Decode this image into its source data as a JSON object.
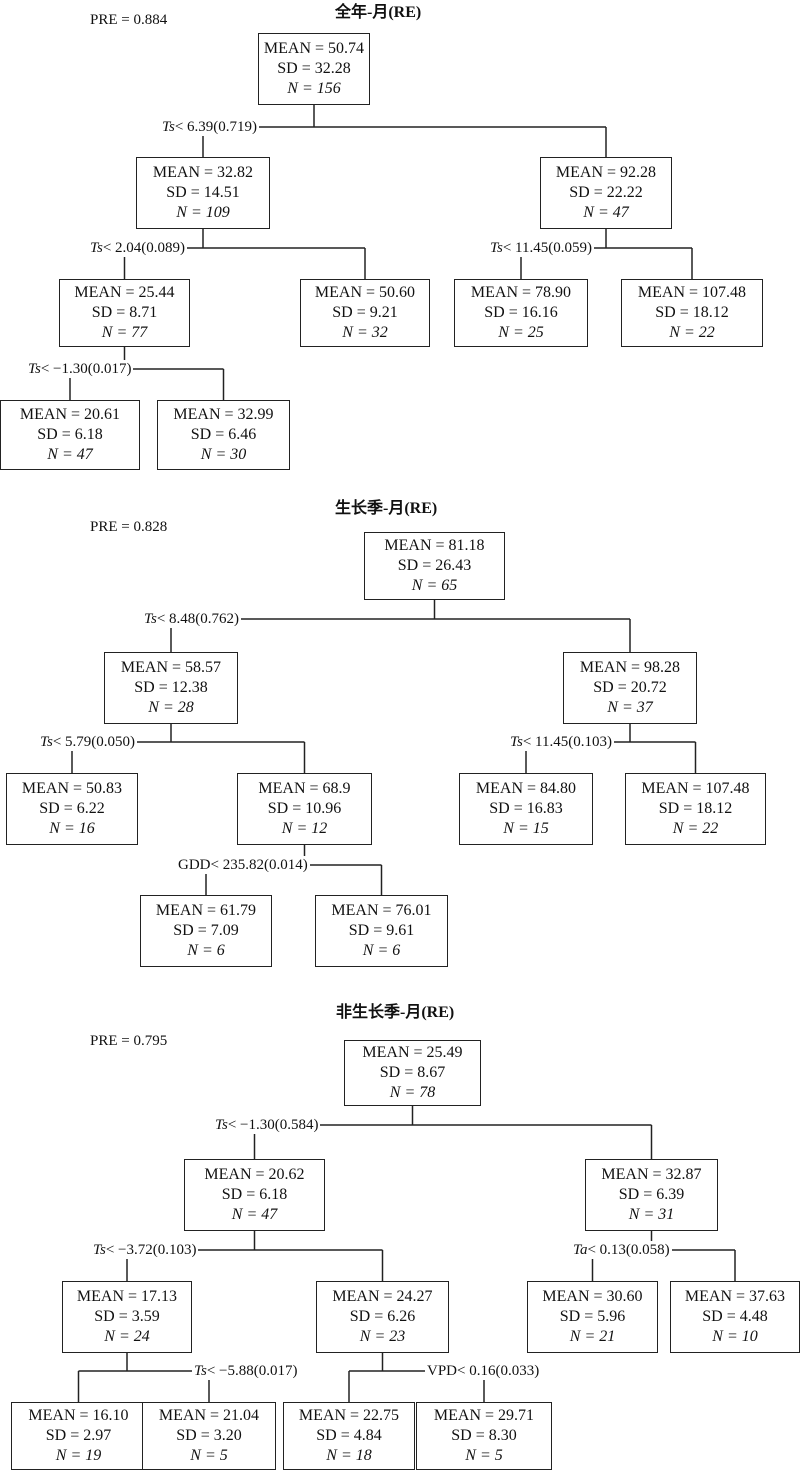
{
  "panels": [
    {
      "title": "全年-月(RE)",
      "pre": "PRE = 0.884",
      "nodes": [
        {
          "id": "a1",
          "mean": "MEAN = 50.74",
          "sd": "SD = 32.28",
          "n": "N = 156"
        },
        {
          "id": "a2",
          "mean": "MEAN = 32.82",
          "sd": "SD = 14.51",
          "n": "N = 109"
        },
        {
          "id": "a3",
          "mean": "MEAN = 92.28",
          "sd": "SD = 22.22",
          "n": "N = 47"
        },
        {
          "id": "a4",
          "mean": "MEAN = 25.44",
          "sd": "SD = 8.71",
          "n": "N = 77"
        },
        {
          "id": "a5",
          "mean": "MEAN = 50.60",
          "sd": "SD = 9.21",
          "n": "N = 32"
        },
        {
          "id": "a6",
          "mean": "MEAN = 78.90",
          "sd": "SD = 16.16",
          "n": "N = 25"
        },
        {
          "id": "a7",
          "mean": "MEAN = 107.48",
          "sd": "SD = 18.12",
          "n": "N = 22"
        },
        {
          "id": "a8",
          "mean": "MEAN = 20.61",
          "sd": "SD = 6.18",
          "n": "N = 47"
        },
        {
          "id": "a9",
          "mean": "MEAN = 32.99",
          "sd": "SD = 6.46",
          "n": "N = 30"
        }
      ],
      "splits": [
        {
          "parent": "a1",
          "left": "a2",
          "right": "a3",
          "var": "Ts",
          "cond": "< 6.39(0.719)"
        },
        {
          "parent": "a2",
          "left": "a4",
          "right": "a5",
          "var": "Ts",
          "cond": "< 2.04(0.089)"
        },
        {
          "parent": "a3",
          "left": "a6",
          "right": "a7",
          "var": "Ts",
          "cond": "< 11.45(0.059)"
        },
        {
          "parent": "a4",
          "left": "a8",
          "right": "a9",
          "var": "Ts",
          "cond": "< −1.30(0.017)"
        }
      ]
    },
    {
      "title": "生长季-月(RE)",
      "pre": "PRE = 0.828",
      "nodes": [
        {
          "id": "b1",
          "mean": "MEAN = 81.18",
          "sd": "SD = 26.43",
          "n": "N = 65"
        },
        {
          "id": "b2",
          "mean": "MEAN = 58.57",
          "sd": "SD = 12.38",
          "n": "N = 28"
        },
        {
          "id": "b3",
          "mean": "MEAN = 98.28",
          "sd": "SD = 20.72",
          "n": "N = 37"
        },
        {
          "id": "b4",
          "mean": "MEAN = 50.83",
          "sd": "SD = 6.22",
          "n": "N = 16"
        },
        {
          "id": "b5",
          "mean": "MEAN = 68.9",
          "sd": "SD = 10.96",
          "n": "N = 12"
        },
        {
          "id": "b6",
          "mean": "MEAN = 84.80",
          "sd": "SD = 16.83",
          "n": "N = 15"
        },
        {
          "id": "b7",
          "mean": "MEAN = 107.48",
          "sd": "SD = 18.12",
          "n": "N = 22"
        },
        {
          "id": "b8",
          "mean": "MEAN = 61.79",
          "sd": "SD = 7.09",
          "n": "N = 6"
        },
        {
          "id": "b9",
          "mean": "MEAN = 76.01",
          "sd": "SD = 9.61",
          "n": "N = 6"
        }
      ],
      "splits": [
        {
          "parent": "b1",
          "left": "b2",
          "right": "b3",
          "var": "Ts",
          "cond": "< 8.48(0.762)"
        },
        {
          "parent": "b2",
          "left": "b4",
          "right": "b5",
          "var": "Ts",
          "cond": "< 5.79(0.050)"
        },
        {
          "parent": "b3",
          "left": "b6",
          "right": "b7",
          "var": "Ts",
          "cond": "< 11.45(0.103)"
        },
        {
          "parent": "b5",
          "left": "b8",
          "right": "b9",
          "var": "GDD",
          "cond": "< 235.82(0.014)"
        }
      ]
    },
    {
      "title": "非生长季-月(RE)",
      "pre": "PRE = 0.795",
      "nodes": [
        {
          "id": "c1",
          "mean": "MEAN = 25.49",
          "sd": "SD = 8.67",
          "n": "N = 78"
        },
        {
          "id": "c2",
          "mean": "MEAN = 20.62",
          "sd": "SD = 6.18",
          "n": "N = 47"
        },
        {
          "id": "c3",
          "mean": "MEAN = 32.87",
          "sd": "SD = 6.39",
          "n": "N = 31"
        },
        {
          "id": "c4",
          "mean": "MEAN = 17.13",
          "sd": "SD = 3.59",
          "n": "N = 24"
        },
        {
          "id": "c5",
          "mean": "MEAN = 24.27",
          "sd": "SD = 6.26",
          "n": "N = 23"
        },
        {
          "id": "c6",
          "mean": "MEAN = 30.60",
          "sd": "SD = 5.96",
          "n": "N = 21"
        },
        {
          "id": "c7",
          "mean": "MEAN = 37.63",
          "sd": "SD = 4.48",
          "n": "N = 10"
        },
        {
          "id": "c8",
          "mean": "MEAN = 16.10",
          "sd": "SD = 2.97",
          "n": "N = 19"
        },
        {
          "id": "c9",
          "mean": "MEAN = 21.04",
          "sd": "SD = 3.20",
          "n": "N = 5"
        },
        {
          "id": "c10",
          "mean": "MEAN = 22.75",
          "sd": "SD = 4.84",
          "n": "N = 18"
        },
        {
          "id": "c11",
          "mean": "MEAN = 29.71",
          "sd": "SD = 8.30",
          "n": "N = 5"
        }
      ],
      "splits": [
        {
          "parent": "c1",
          "left": "c2",
          "right": "c3",
          "var": "Ts",
          "cond": "< −1.30(0.584)"
        },
        {
          "parent": "c2",
          "left": "c4",
          "right": "c5",
          "var": "Ts",
          "cond": "< −3.72(0.103)"
        },
        {
          "parent": "c3",
          "left": "c6",
          "right": "c7",
          "var": "Ta",
          "cond": "< 0.13(0.058)"
        },
        {
          "parent": "c4",
          "left": "c8",
          "right": "c9",
          "var": "Ts",
          "cond": "< −5.88(0.017)"
        },
        {
          "parent": "c5",
          "left": "c10",
          "right": "c11",
          "var": "VPD",
          "cond": "< 0.16(0.033)"
        }
      ]
    }
  ]
}
